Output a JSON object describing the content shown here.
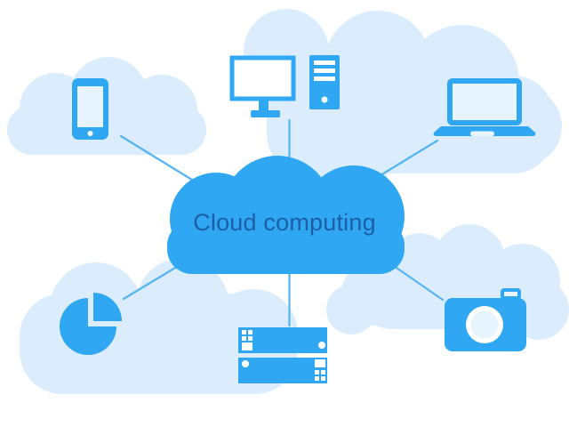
{
  "diagram": {
    "center_label": "Cloud computing",
    "nodes": [
      {
        "icon": "tablet-icon",
        "position": "top-left"
      },
      {
        "icon": "desktop-computer-icon",
        "position": "top-center"
      },
      {
        "icon": "laptop-icon",
        "position": "top-right"
      },
      {
        "icon": "pie-chart-icon",
        "position": "bottom-left"
      },
      {
        "icon": "server-rack-icon",
        "position": "bottom-center"
      },
      {
        "icon": "camera-icon",
        "position": "bottom-right"
      }
    ]
  },
  "colors": {
    "primary_blue": "#2FA7F3",
    "light_cloud": "#DBEDFC",
    "connector_line": "#55B4F2",
    "label_text": "#1D5FA5",
    "screen_fill": "#E7F3FD",
    "white": "#FFFFFF"
  }
}
